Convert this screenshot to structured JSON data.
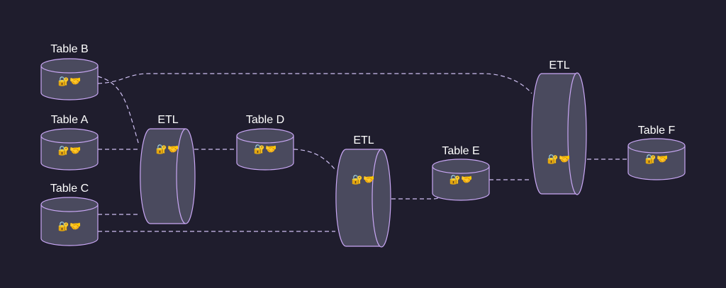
{
  "nodes": {
    "table_b": {
      "label": "Table B",
      "icon": "🔐🤝"
    },
    "table_a": {
      "label": "Table A",
      "icon": "🔐🤝"
    },
    "table_c": {
      "label": "Table C",
      "icon": "🔐🤝"
    },
    "etl_1": {
      "label": "ETL",
      "icon": "🔐🤝"
    },
    "table_d": {
      "label": "Table D",
      "icon": "🔐🤝"
    },
    "etl_2": {
      "label": "ETL",
      "icon": "🔐🤝"
    },
    "table_e": {
      "label": "Table E",
      "icon": "🔐🤝"
    },
    "etl_3": {
      "label": "ETL",
      "icon": "🔐🤝"
    },
    "table_f": {
      "label": "Table F",
      "icon": "🔐🤝"
    }
  },
  "edges": [
    [
      "table_b",
      "etl_1"
    ],
    [
      "table_a",
      "etl_1"
    ],
    [
      "table_c",
      "etl_1"
    ],
    [
      "etl_1",
      "table_d"
    ],
    [
      "table_d",
      "etl_2"
    ],
    [
      "table_c",
      "etl_2"
    ],
    [
      "etl_2",
      "table_e"
    ],
    [
      "table_b",
      "etl_3"
    ],
    [
      "table_e",
      "etl_3"
    ],
    [
      "etl_3",
      "table_f"
    ]
  ],
  "colors": {
    "background": "#1f1d2d",
    "node_fill": "#4a4a5e",
    "node_stroke": "#c9a7f5",
    "edge": "#cfc0f2"
  }
}
